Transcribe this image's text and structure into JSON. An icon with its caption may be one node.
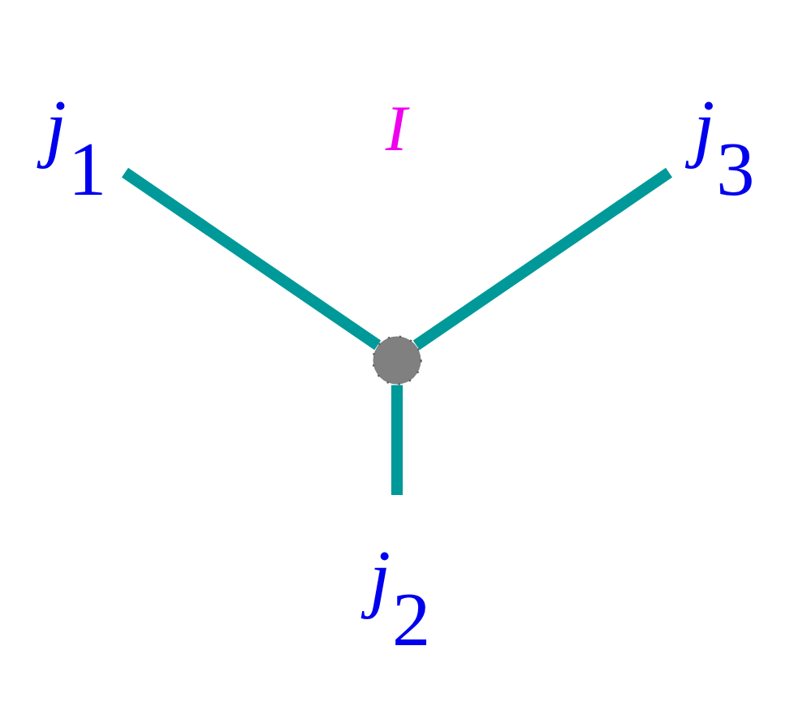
{
  "diagram": {
    "nodes": [
      {
        "text": [
          "j$_{1}$"
        ]
      },
      {
        "text": [
          "j$_{3}$"
        ]
      },
      {
        "text": [],
        "shape": "circle",
        "beside": [
          "I"
        ]
      },
      {
        "text": [
          "j$_{2}$"
        ]
      }
    ],
    "edges": [
      {
        "from": 0,
        "to": 2,
        "arrow": "none"
      },
      {
        "from": 1,
        "to": 2,
        "arrow": "none"
      },
      {
        "from": 2,
        "to": 3,
        "arrow": "none"
      }
    ]
  }
}
